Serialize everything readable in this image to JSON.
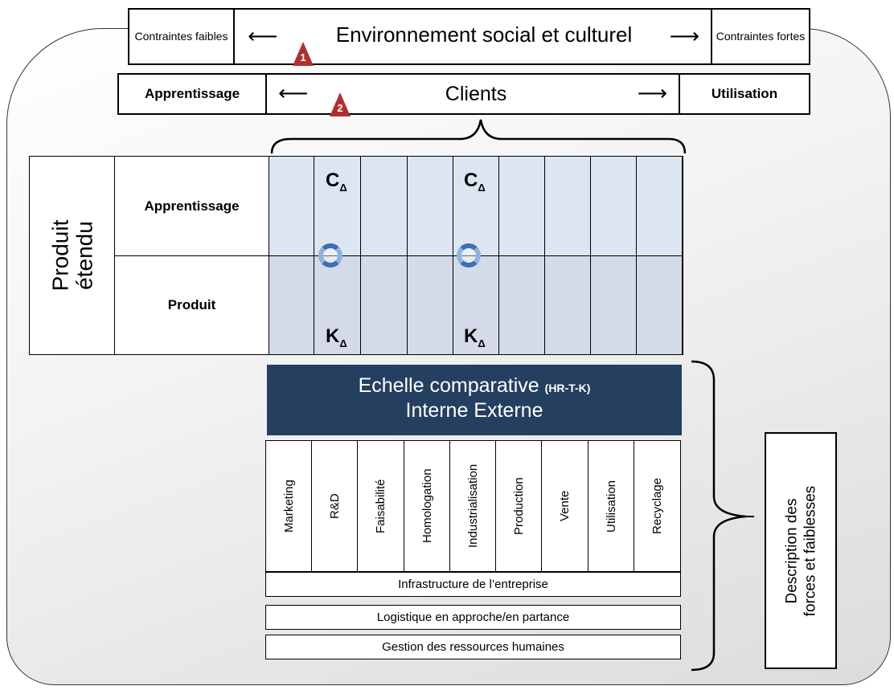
{
  "top_row": {
    "left_box": "Contraintes faibles",
    "center": "Environnement social et culturel",
    "right_box": "Contraintes fortes",
    "marker": "1"
  },
  "client_row": {
    "left_box": "Apprentissage",
    "center": "Clients",
    "right_box": "Utilisation",
    "marker": "2"
  },
  "matrix": {
    "side_label_line1": "Produit",
    "side_label_line2": "étendu",
    "row1_label": "Apprentissage",
    "row2_label": "Produit",
    "c_symbol": "C",
    "k_symbol": "K",
    "delta": "Δ"
  },
  "scale_box": {
    "line1": "Echelle comparative",
    "line1_suffix": "(HR-T-K)",
    "line2": "Interne Externe"
  },
  "activities": [
    "Marketing",
    "R&D",
    "Faisabilité",
    "Homologation",
    "Industrialisation",
    "Production",
    "Vente",
    "Utilisation",
    "Recyclage"
  ],
  "support_rows": [
    "Infrastructure de l’entreprise",
    "Logistique  en approche/en partance",
    "Gestion des ressources humaines"
  ],
  "description_box": {
    "line1": "Description des",
    "line2": "forces et faiblesses"
  },
  "colors": {
    "matrix_top": "#dce6f2",
    "matrix_bottom": "#d4dae8",
    "scale_box": "#243f60",
    "marker": "#b03030"
  }
}
